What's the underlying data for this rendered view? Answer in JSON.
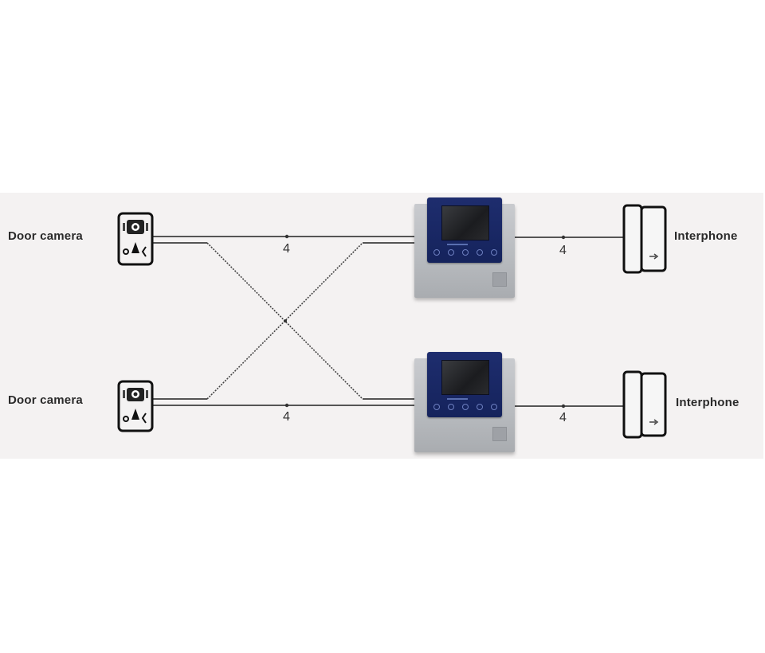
{
  "diagram": {
    "title": "",
    "nodes": {
      "door_camera_1": {
        "label": "Door camera"
      },
      "door_camera_2": {
        "label": "Door camera"
      },
      "monitor_1": {
        "label": ""
      },
      "monitor_2": {
        "label": ""
      },
      "interphone_1": {
        "label": "Interphone"
      },
      "interphone_2": {
        "label": "Interphone"
      }
    },
    "wire_labels": {
      "cam1_to_mon1": "4",
      "cam2_to_mon2": "4",
      "mon1_to_interphone1": "4",
      "mon2_to_interphone2": "4"
    },
    "edges": [
      {
        "from": "door_camera_1",
        "to": "monitor_1",
        "wires": "4"
      },
      {
        "from": "door_camera_1",
        "to": "monitor_2",
        "wires": ""
      },
      {
        "from": "door_camera_2",
        "to": "monitor_2",
        "wires": "4"
      },
      {
        "from": "door_camera_2",
        "to": "monitor_1",
        "wires": ""
      },
      {
        "from": "monitor_1",
        "to": "interphone_1",
        "wires": "4"
      },
      {
        "from": "monitor_2",
        "to": "interphone_2",
        "wires": "4"
      }
    ],
    "colors": {
      "background_panel": "#f4f2f2",
      "wire": "#555555",
      "monitor_face": "#1a2866",
      "monitor_body": "#b9bcc0"
    }
  }
}
